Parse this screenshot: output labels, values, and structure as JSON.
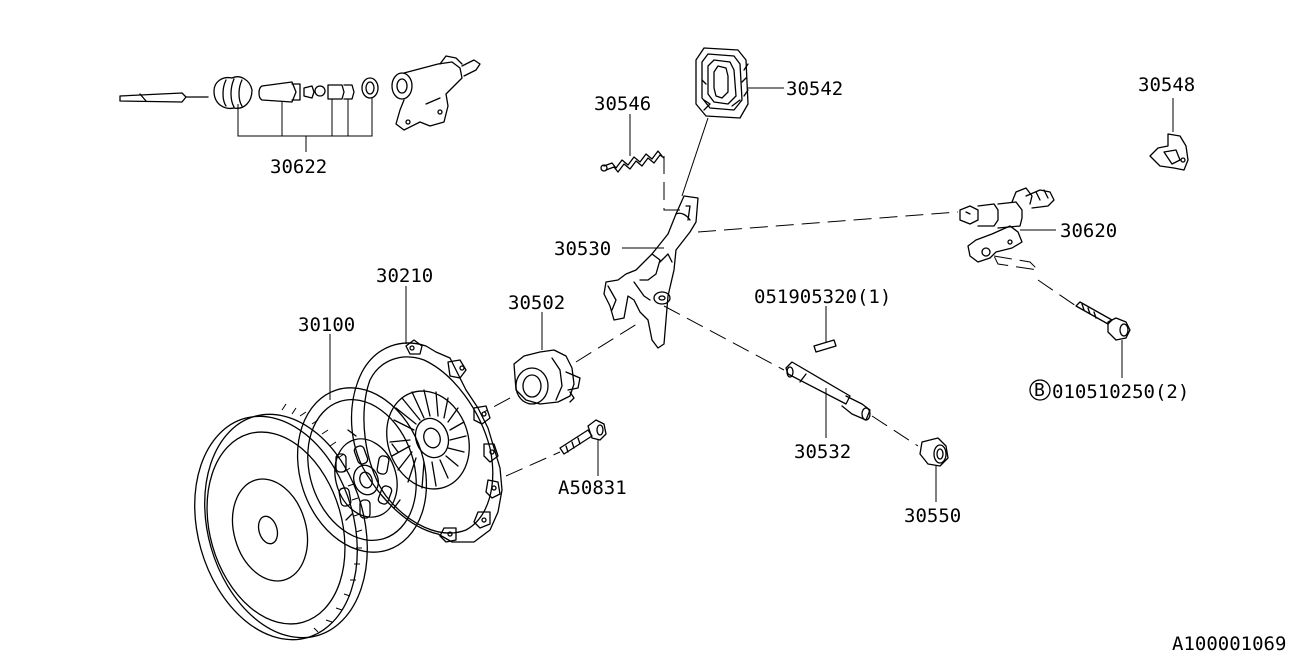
{
  "diagram": {
    "labels": {
      "p30622": "30622",
      "p30546": "30546",
      "p30542": "30542",
      "p30548": "30548",
      "p30530": "30530",
      "p30620": "30620",
      "p30210": "30210",
      "p30502": "30502",
      "p30100": "30100",
      "p051905320": "051905320(1)",
      "p010510250": "010510250(2)",
      "p010510250_prefix": "B",
      "pA50831": "A50831",
      "p30532": "30532",
      "p30550": "30550",
      "ref": "A100001069"
    }
  }
}
